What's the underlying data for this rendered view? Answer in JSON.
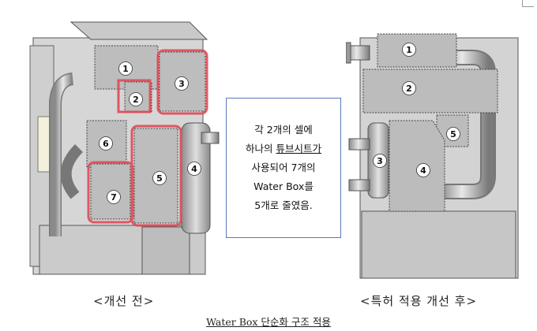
{
  "note": {
    "line1": "각 2개의 셀에",
    "line2_plain": "하나의 ",
    "line2_underlined": "튜브시트가",
    "line3": "사용되어 7개의",
    "line4": "Water Box를",
    "line5": "5개로 줄였음."
  },
  "left_unit": {
    "labels": [
      "1",
      "2",
      "3",
      "4",
      "5",
      "6",
      "7"
    ],
    "highlight_color": "#e04a55"
  },
  "right_unit": {
    "labels": [
      "1",
      "2",
      "3",
      "4",
      "5"
    ]
  },
  "captions": {
    "before": "<개선 전>",
    "after": "<특허 적용 개선 후>"
  },
  "title": "Water Box 단순화 구조 적용"
}
